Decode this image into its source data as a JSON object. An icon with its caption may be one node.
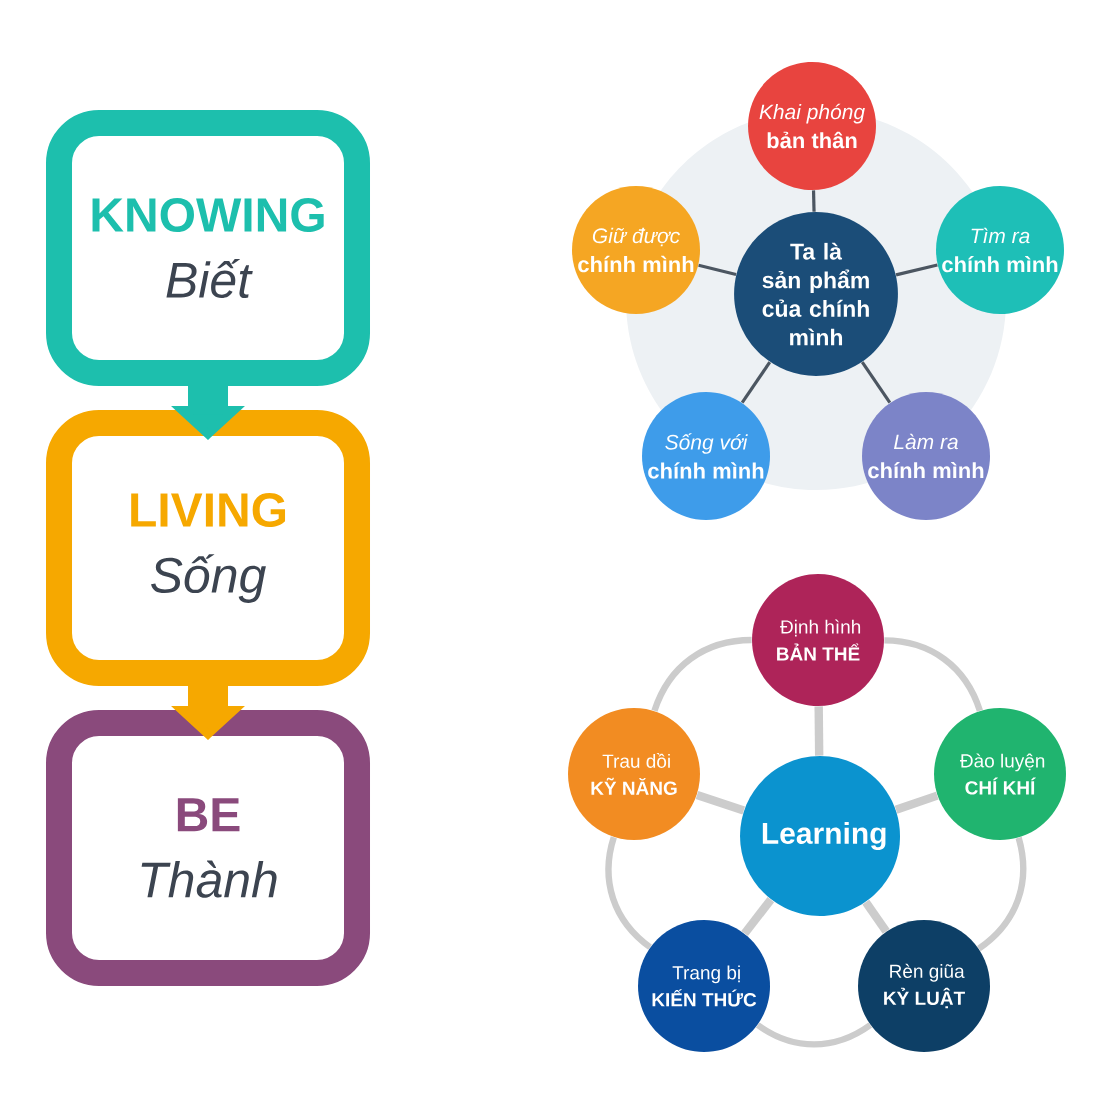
{
  "diagram": {
    "nodes": [
      {
        "text": [
          "KNOWING",
          "Biết"
        ]
      },
      {
        "text": [
          "LIVING",
          "Sống"
        ]
      },
      {
        "text": [
          "BE",
          "Thành"
        ]
      },
      {
        "text": [
          "Ta là sản phẩm của chính mình"
        ]
      },
      {
        "text": [
          "Khai phóng",
          "bản thân"
        ]
      },
      {
        "text": [
          "Tìm ra",
          "chính mình"
        ]
      },
      {
        "text": [
          "Làm ra",
          "chính mình"
        ]
      },
      {
        "text": [
          "Sống với",
          "chính mình"
        ]
      },
      {
        "text": [
          "Giữ được",
          "chính mình"
        ]
      },
      {
        "text": [
          "Learning"
        ]
      },
      {
        "text": [
          "Định hình",
          "BẢN THỂ"
        ]
      },
      {
        "text": [
          "Đào luyện",
          "CHÍ KHÍ"
        ]
      },
      {
        "text": [
          "Rèn giũa",
          "KỶ LUẬT"
        ]
      },
      {
        "text": [
          "Trang bị",
          "KIẾN THỨC"
        ]
      },
      {
        "text": [
          "Trau dồi",
          "KỸ NĂNG"
        ]
      }
    ],
    "edges": [
      {
        "from": 0,
        "to": 1,
        "arrow": "to",
        "style": "thick",
        "color": "#1dbfad"
      },
      {
        "from": 1,
        "to": 2,
        "arrow": "to",
        "style": "thick",
        "color": "#f6a800"
      },
      {
        "from": 3,
        "to": 4,
        "arrow": "none",
        "color": "#4c5661"
      },
      {
        "from": 3,
        "to": 5,
        "arrow": "none",
        "color": "#4c5661"
      },
      {
        "from": 3,
        "to": 6,
        "arrow": "none",
        "color": "#4c5661"
      },
      {
        "from": 3,
        "to": 7,
        "arrow": "none",
        "color": "#4c5661"
      },
      {
        "from": 3,
        "to": 8,
        "arrow": "none",
        "color": "#4c5661"
      },
      {
        "from": 9,
        "to": 10,
        "arrow": "none"
      },
      {
        "from": 9,
        "to": 11,
        "arrow": "none"
      },
      {
        "from": 9,
        "to": 12,
        "arrow": "none"
      },
      {
        "from": 9,
        "to": 13,
        "arrow": "none"
      },
      {
        "from": 9,
        "to": 14,
        "arrow": "none"
      },
      {
        "from": 10,
        "to": 11,
        "arrow": "none"
      },
      {
        "from": 11,
        "to": 12,
        "arrow": "none"
      },
      {
        "from": 12,
        "to": 13,
        "arrow": "none"
      },
      {
        "from": 13,
        "to": 14,
        "arrow": "none"
      },
      {
        "from": 14,
        "to": 10,
        "arrow": "none"
      }
    ]
  }
}
